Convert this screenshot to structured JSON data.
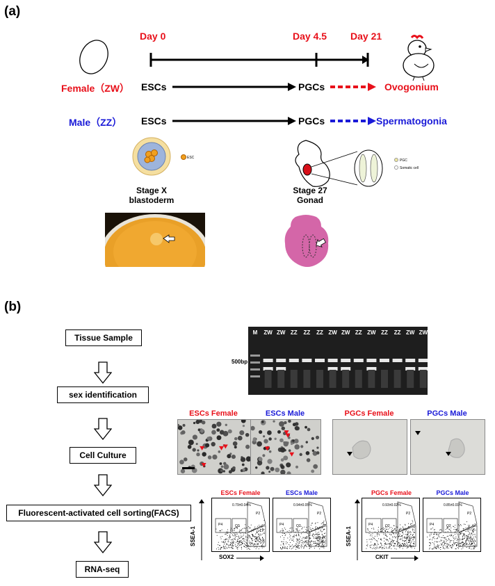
{
  "panel_a": {
    "label": "(a)",
    "day0": "Day 0",
    "day45": "Day 4.5",
    "day21": "Day 21",
    "female": "Female（ZW）",
    "male": "Male（ZZ）",
    "escs": "ESCs",
    "pgcs": "PGCs",
    "ovogonium": "Ovogonium",
    "spermatogonia": "Spermatogonia",
    "stagex_1": "Stage X",
    "stagex_2": "blastoderm",
    "stage27_1": "Stage 27",
    "stage27_2": "Gonad",
    "esc_small": "ESC",
    "pgc_small": "PGC",
    "somatic_small": "Somatic cell"
  },
  "panel_b": {
    "label": "(b)",
    "steps": [
      "Tissue Sample",
      "sex identification",
      "Cell Culture",
      "Fluorescent-activated cell sorting(FACS)",
      "RNA-seq"
    ],
    "gel": {
      "marker_label": "500bp",
      "lanes": [
        "M",
        "ZW",
        "ZW",
        "ZZ",
        "ZZ",
        "ZZ",
        "ZW",
        "ZW",
        "ZZ",
        "ZW",
        "ZZ",
        "ZZ",
        "ZW",
        "ZW"
      ]
    },
    "micro_titles": [
      "ESCs Female",
      "ESCs Male",
      "PGCs Female",
      "PGCs Male"
    ],
    "facs_titles": [
      "ESCs Female",
      "ESCs Male",
      "PGCs Female",
      "PGCs Male"
    ],
    "facs_gates": [
      "0.79±0.04%",
      "0.94±0.05%",
      "0.93±0.02%",
      "0.85±0.01%"
    ],
    "axes": {
      "y_left": "SSEA-1",
      "x_left": "SOX2",
      "y_right": "SSEA-1",
      "x_right": "CKIT"
    },
    "gate_labels": {
      "p4": "P4",
      "p2": "P2",
      "q2": "Q2",
      "p3": "P3"
    }
  },
  "colors": {
    "red": "#e8101a",
    "blue": "#1a1ad8"
  }
}
